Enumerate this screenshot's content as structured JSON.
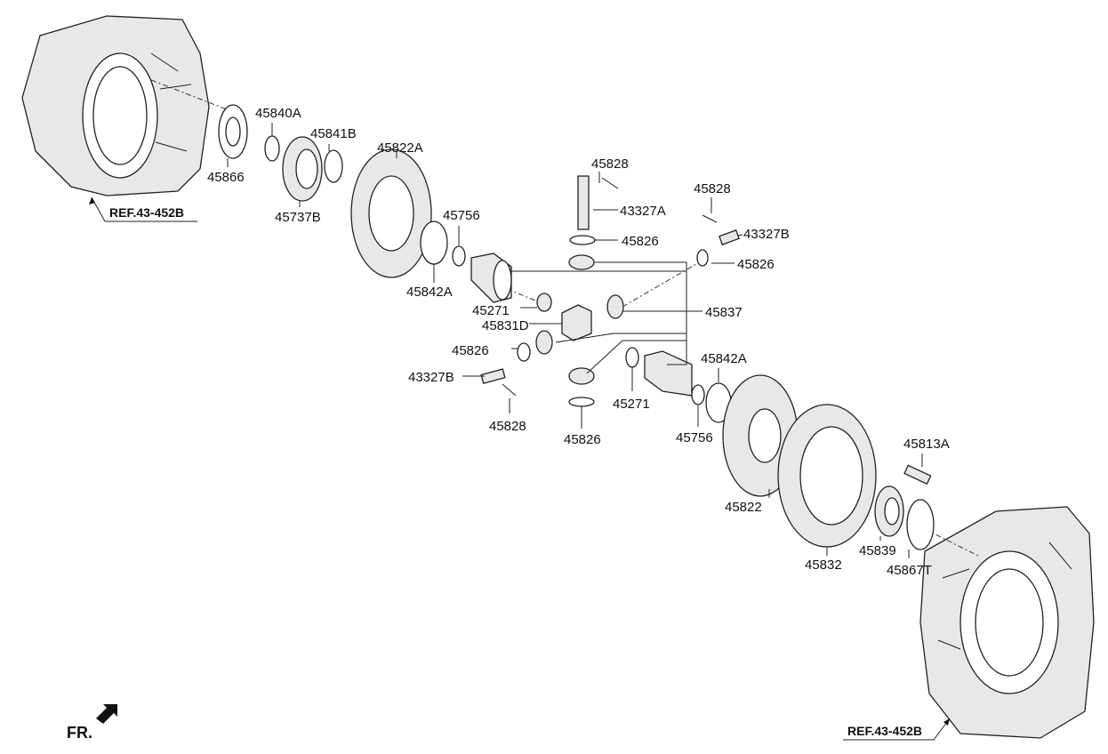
{
  "labels": {
    "p45840A": "45840A",
    "p45866": "45866",
    "p45841B": "45841B",
    "p45737B": "45737B",
    "p45822A": "45822A",
    "p45756a": "45756",
    "p45842Aa": "45842A",
    "p45828a": "45828",
    "p43327A": "43327A",
    "p45826a": "45826",
    "p45828b": "45828",
    "p43327Ba": "43327B",
    "p45826b": "45826",
    "p45271a": "45271",
    "p45837": "45837",
    "p45831D": "45831D",
    "p45826c": "45826",
    "p43327Bb": "43327B",
    "p45828c": "45828",
    "p45826d": "45826",
    "p45271b": "45271",
    "p45842Ab": "45842A",
    "p45756b": "45756",
    "p45813A": "45813A",
    "p45822": "45822",
    "p45832": "45832",
    "p45839": "45839",
    "p45867T": "45867T"
  },
  "refs": {
    "ref_top_left": "REF.43-452B",
    "ref_bottom_right": "REF.43-452B"
  },
  "front_indicator": "FR."
}
